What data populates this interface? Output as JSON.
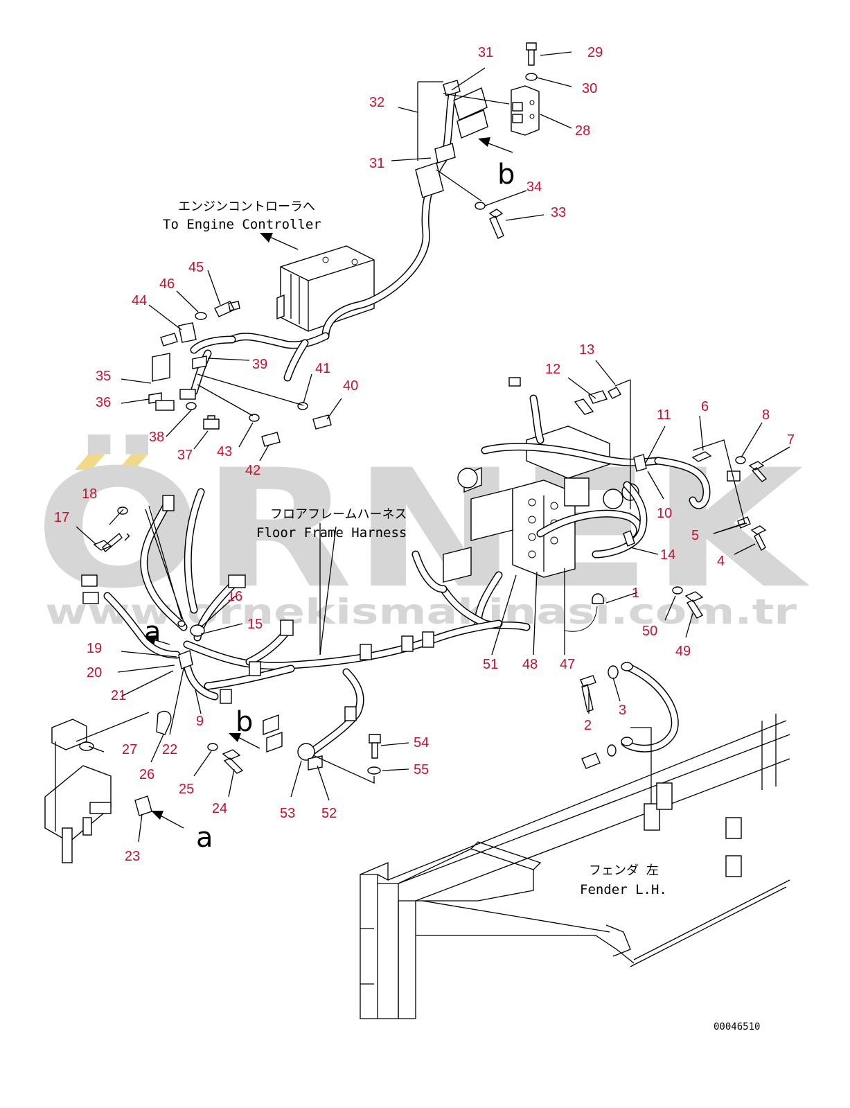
{
  "watermark": {
    "text": "ÖRNEK",
    "url": "www.ornekismakinasi.com.tr"
  },
  "labels": {
    "engine_controller_jp": "エンジンコントローラへ",
    "engine_controller_en": "To Engine Controller",
    "floor_frame_jp": "フロアフレームハーネス",
    "floor_frame_en": "Floor Frame Harness",
    "fender_jp": "フェンダ 左",
    "fender_en": "Fender L.H.",
    "view_a": "a",
    "view_b": "b",
    "drawing_code": "00046510"
  },
  "callouts": {
    "c1": "1",
    "c2": "2",
    "c3": "3",
    "c4": "4",
    "c5": "5",
    "c6": "6",
    "c7": "7",
    "c8": "8",
    "c9": "9",
    "c10": "10",
    "c11": "11",
    "c12": "12",
    "c13": "13",
    "c14": "14",
    "c15": "15",
    "c16": "16",
    "c17": "17",
    "c18": "18",
    "c19": "19",
    "c20": "20",
    "c21": "21",
    "c22": "22",
    "c23": "23",
    "c24": "24",
    "c25": "25",
    "c26": "26",
    "c27": "27",
    "c28": "28",
    "c29": "29",
    "c30": "30",
    "c31a": "31",
    "c31b": "31",
    "c32": "32",
    "c33": "33",
    "c34": "34",
    "c35": "35",
    "c36": "36",
    "c37": "37",
    "c38": "38",
    "c39": "39",
    "c40": "40",
    "c41": "41",
    "c42": "42",
    "c43": "43",
    "c44": "44",
    "c45": "45",
    "c46": "46",
    "c47": "47",
    "c48": "48",
    "c49": "49",
    "c50": "50",
    "c51": "51",
    "c52": "52",
    "c53": "53",
    "c54": "54",
    "c55": "55"
  },
  "colors": {
    "callout": "#c8102e",
    "line": "#000000",
    "watermark": "#d6d6d6",
    "watermark_accent": "#f2d98a"
  }
}
